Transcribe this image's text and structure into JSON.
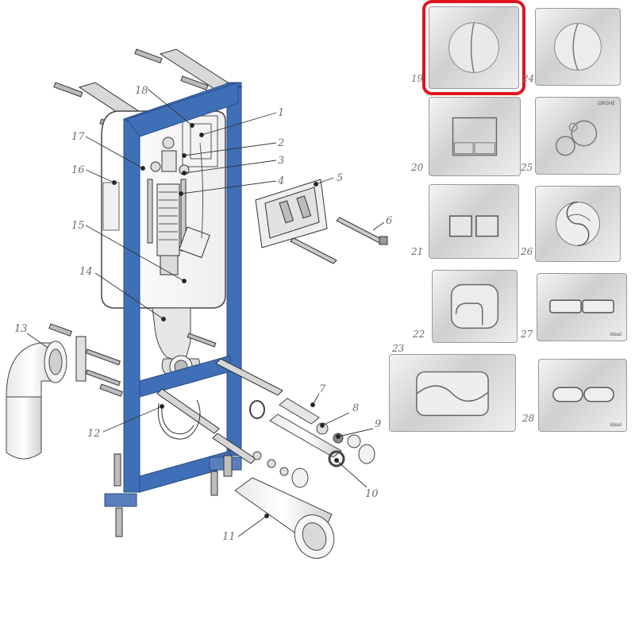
{
  "diagram": {
    "callouts": [
      "1",
      "2",
      "3",
      "4",
      "5",
      "6",
      "7",
      "8",
      "9",
      "10",
      "11",
      "12",
      "13",
      "14",
      "15",
      "16",
      "17",
      "18"
    ]
  },
  "plates": [
    {
      "number": "19",
      "selected": true,
      "shape": "round-split"
    },
    {
      "number": "20",
      "selected": false,
      "shape": "rect-two"
    },
    {
      "number": "21",
      "selected": false,
      "shape": "two-squares"
    },
    {
      "number": "22",
      "selected": false,
      "shape": "rounded-square"
    },
    {
      "number": "23",
      "selected": false,
      "shape": "wave"
    },
    {
      "number": "24",
      "selected": false,
      "shape": "round-split-curved"
    },
    {
      "number": "25",
      "selected": false,
      "shape": "bubbles"
    },
    {
      "number": "26",
      "selected": false,
      "shape": "yin-yang"
    },
    {
      "number": "27",
      "selected": false,
      "shape": "wide-two"
    },
    {
      "number": "28",
      "selected": false,
      "shape": "pill-two"
    }
  ],
  "plate_badges": {
    "25": "GROHE",
    "27": "Ideal",
    "28": "Ideal"
  },
  "colors": {
    "frame": "#3f6fb6",
    "frame_edge": "#274c8a",
    "selection": "#e0141e",
    "line": "#4a4a4a",
    "label": "#6b6b6b"
  }
}
